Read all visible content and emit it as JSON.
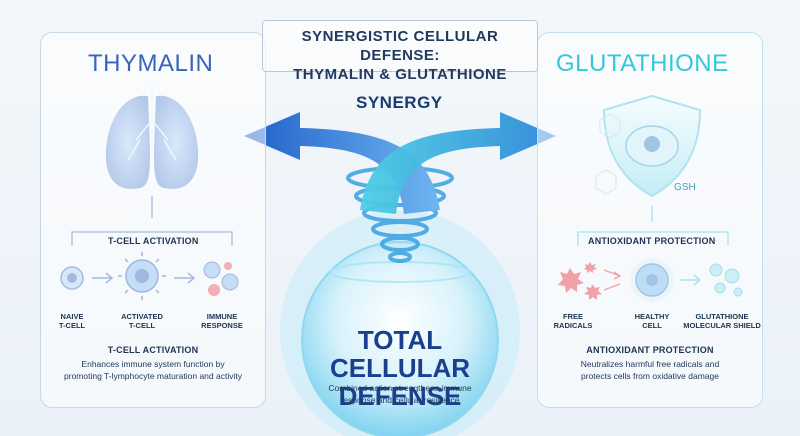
{
  "title": {
    "line1": "SYNERGISTIC CELLULAR DEFENSE:",
    "line2": "THYMALIN & GLUTATHIONE"
  },
  "synergy_label": "SYNERGY",
  "left": {
    "title": "THYMALIN",
    "section_label": "T-CELL ACTIVATION",
    "steps": [
      {
        "line1": "NAIVE",
        "line2": "T-CELL"
      },
      {
        "line1": "ACTIVATED",
        "line2": "T-CELL"
      },
      {
        "line1": "IMMUNE",
        "line2": "RESPONSE"
      }
    ],
    "desc_title": "T-CELL ACTIVATION",
    "desc_line1": "Enhances immune system function by",
    "desc_line2": "promoting T-lymphocyte maturation and activity"
  },
  "right": {
    "title": "GLUTATHIONE",
    "gsh_label": "GSH",
    "section_label": "ANTIOXIDANT PROTECTION",
    "steps": [
      {
        "line1": "FREE",
        "line2": "RADICALS"
      },
      {
        "line1": "HEALTHY",
        "line2": "CELL"
      },
      {
        "line1": "GLUTATHIONE",
        "line2": "MOLECULAR SHIELD"
      }
    ],
    "desc_title": "ANTIOXIDANT PROTECTION",
    "desc_line1": "Neutralizes harmful free radicals and",
    "desc_line2": "protects cells from oxidative damage"
  },
  "center": {
    "line1": "TOTAL CELLULAR",
    "line2": "DEFENSE",
    "desc_line1": "Combined action strengthens immune",
    "desc_line2": "response and cellular resilience"
  },
  "colors": {
    "thymalin": "#3a64b8",
    "glutathione": "#36c6da",
    "radical": "#e0313f",
    "arrow": "#2a6fd6"
  }
}
